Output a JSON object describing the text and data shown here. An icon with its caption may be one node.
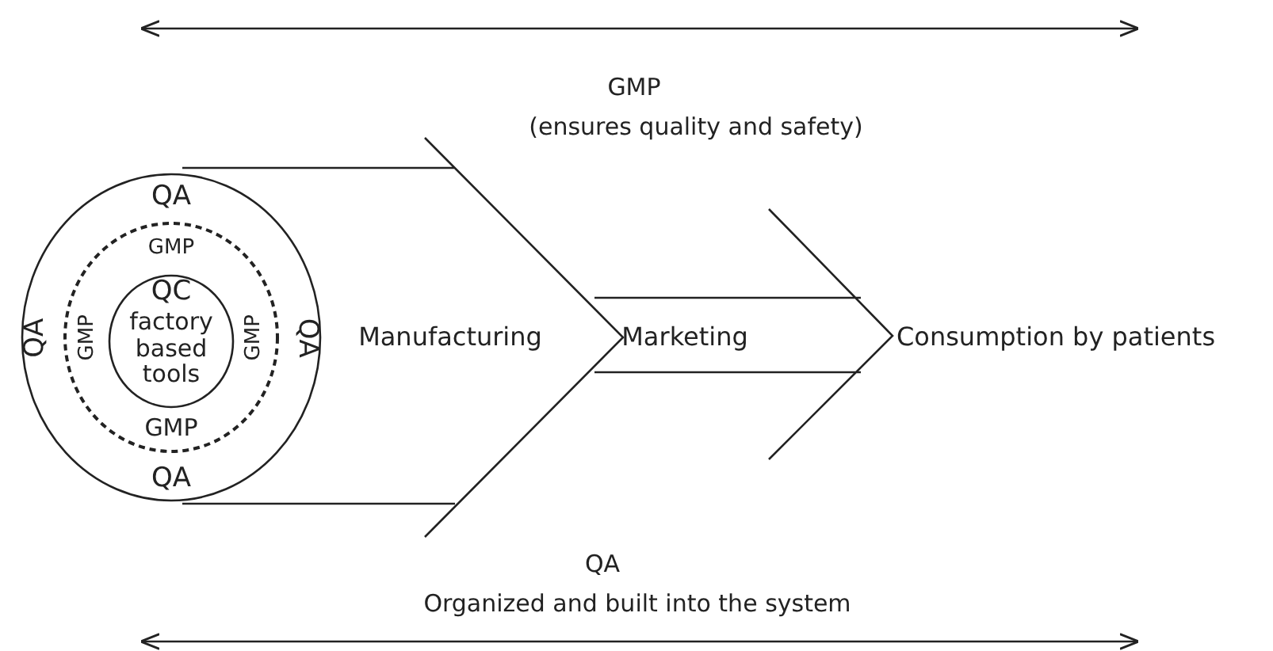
{
  "diagram": {
    "nodes": [
      {
        "text": [
          "QA",
          "QA",
          "QA",
          "QA"
        ]
      },
      {
        "text": [
          "GMP",
          "GMP",
          "GMP",
          "GMP"
        ],
        "in": 0
      },
      {
        "text": [
          "QC",
          "factory based tools"
        ],
        "in": 1
      },
      {
        "text": [
          "Manufacturing"
        ]
      },
      {
        "text": [
          "Marketing"
        ]
      },
      {
        "text": [
          "Consumption by patients"
        ]
      }
    ],
    "edges": [],
    "labels": [
      "GMP",
      "(ensures quality and safety)",
      "QA",
      "Organized and built into the system"
    ]
  }
}
